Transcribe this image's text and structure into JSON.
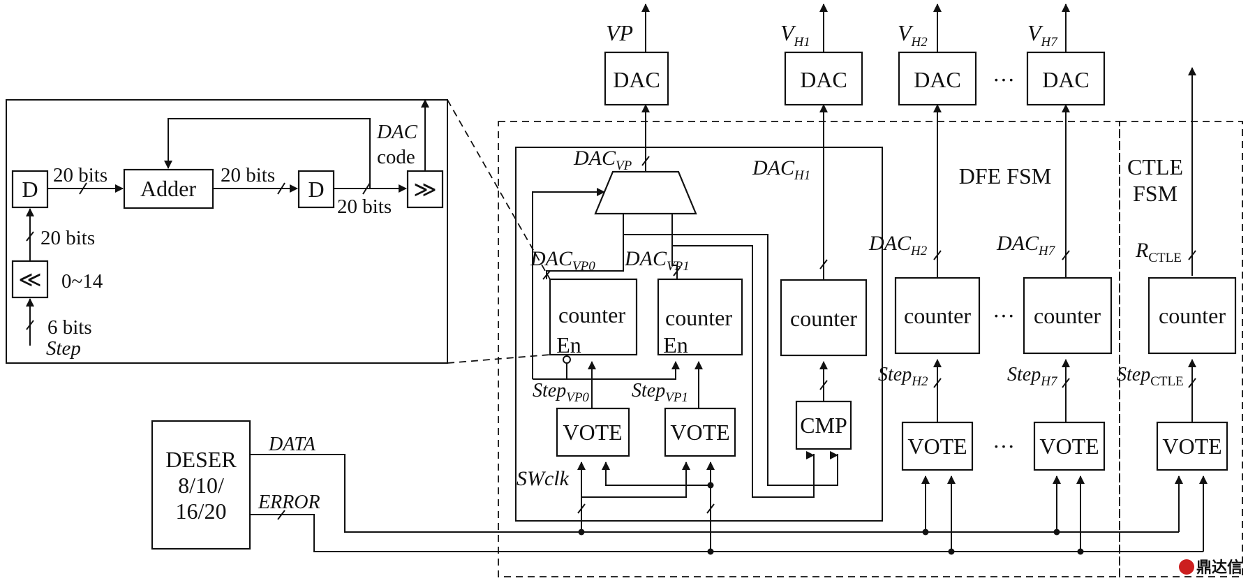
{
  "blocks": {
    "dac": "DAC",
    "counter": "counter",
    "vote": "VOTE",
    "cmp": "CMP",
    "en": "En",
    "d": "D",
    "adder": "Adder",
    "deser": [
      "DESER",
      "8/10/",
      "16/20"
    ],
    "dfe_fsm": "DFE FSM",
    "ctle_fsm": [
      "CTLE",
      "FSM"
    ],
    "ellipsis": "···"
  },
  "outputs": {
    "vp": "VP",
    "vh_base": "V",
    "vh_subs": [
      "H1",
      "H2",
      "H7"
    ]
  },
  "signals": {
    "dac_base": "DAC",
    "dac_subs": [
      "VP",
      "H1",
      "VP0",
      "VP1",
      "H2",
      "H7"
    ],
    "step_base": "Step",
    "step_subs": [
      "VP0",
      "VP1",
      "H2",
      "H7",
      "CTLE"
    ],
    "r_base": "R",
    "r_sub": "CTLE",
    "data": "DATA",
    "error": "ERROR",
    "swclk": "SWclk"
  },
  "inset": {
    "bits_20": "20 bits",
    "bits_6": "6 bits",
    "shift_range": "0~14",
    "step": "Step",
    "dac_code": [
      "DAC",
      "code"
    ],
    "shift_left_glyph": "≪",
    "shift_right_glyph": "≫"
  },
  "watermark": "鼎达信"
}
